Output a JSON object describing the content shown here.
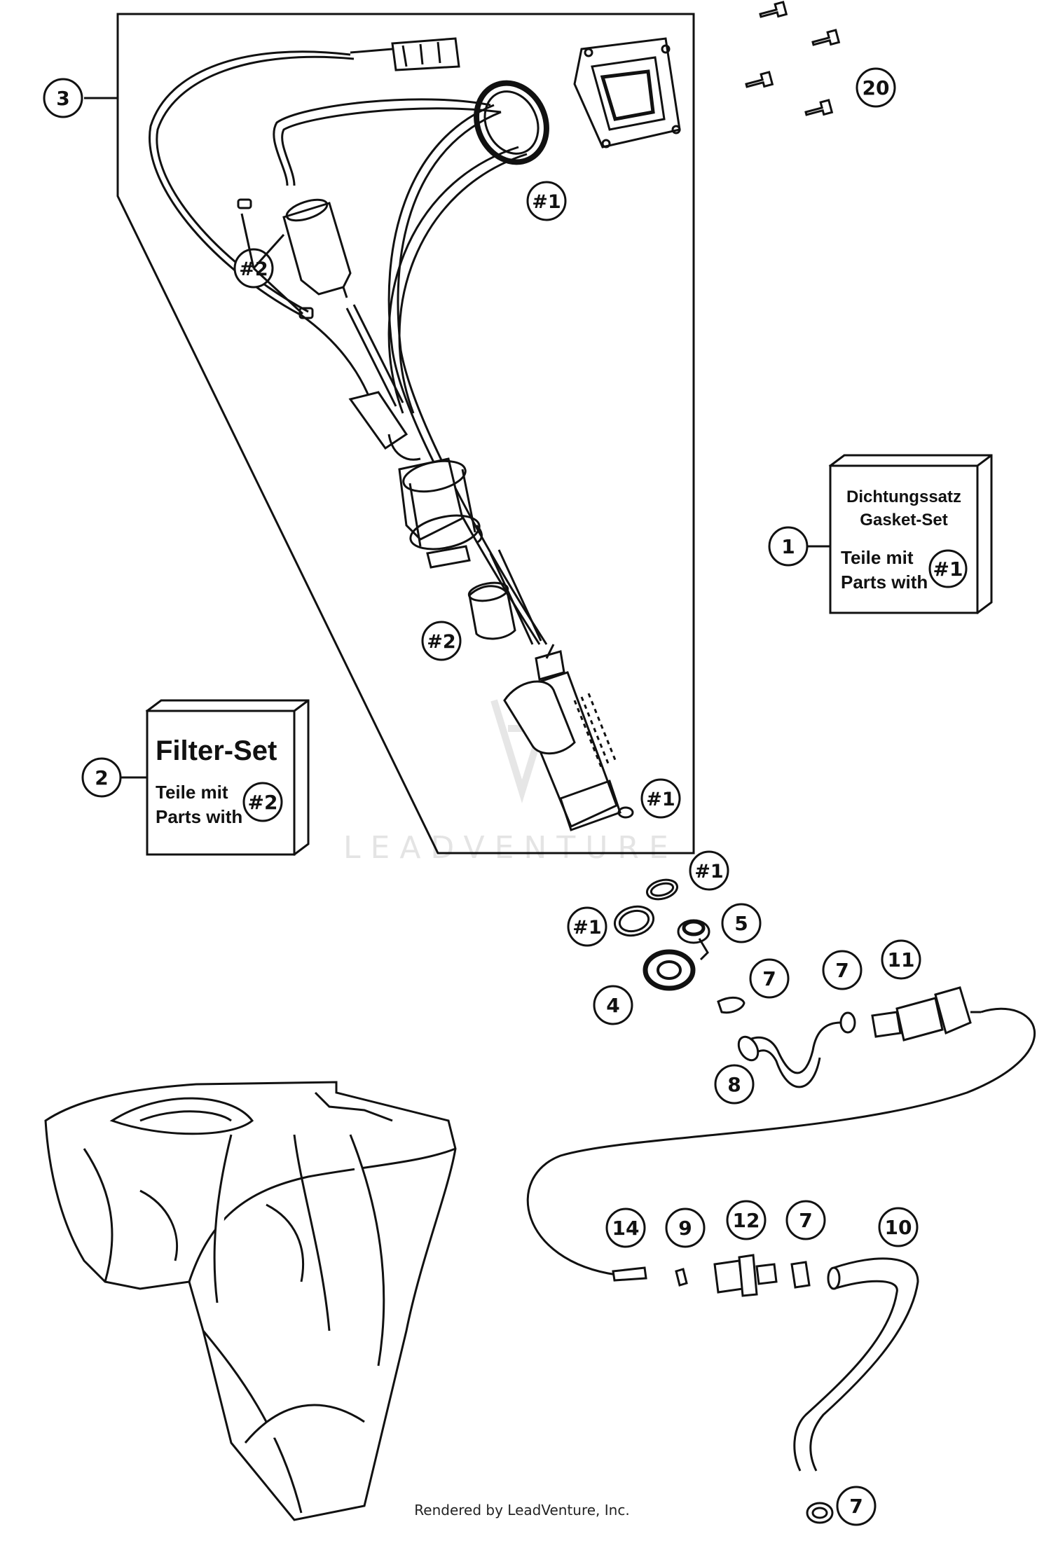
{
  "callouts": {
    "c3": "3",
    "c20": "20",
    "c1_top": "#1",
    "c2_filter": "#2",
    "c1_box": "1",
    "c2_mid": "#2",
    "c2_box": "2",
    "c1_pump": "#1",
    "c1_a": "#1",
    "c1_b": "#1",
    "c5": "5",
    "c4": "4",
    "c7_a": "7",
    "c7_b": "7",
    "c11": "11",
    "c8": "8",
    "c14": "14",
    "c9": "9",
    "c12": "12",
    "c7_c": "7",
    "c10": "10",
    "c7_d": "7"
  },
  "gasket_box": {
    "line1": "Dichtungssatz",
    "line2": "Gasket-Set",
    "line3": "Teile mit",
    "line4": "Parts with",
    "badge": "#1"
  },
  "filter_box": {
    "title": "Filter-Set",
    "line1": "Teile mit",
    "line2": "Parts with",
    "badge": "#2"
  },
  "watermark": "LEADVENTURE",
  "footer": "Rendered by LeadVenture, Inc."
}
